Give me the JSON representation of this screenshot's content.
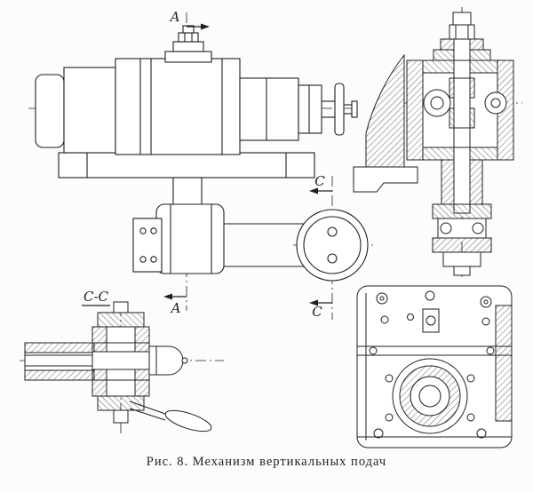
{
  "figure": {
    "caption": "Рис. 8. Механизм вертикальных подач",
    "markers": {
      "a": "А",
      "c": "С",
      "cc": "С-С"
    },
    "colors": {
      "ink": "#1f1f1f",
      "paper": "#fcfcfa"
    }
  }
}
